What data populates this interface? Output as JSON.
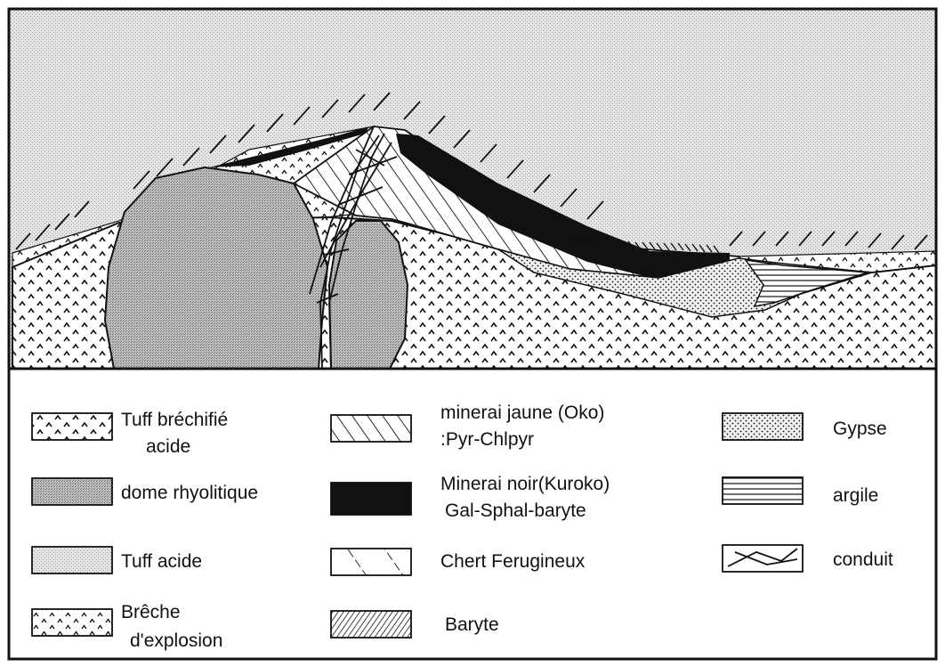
{
  "colors": {
    "ink": "#111111",
    "tuff_acide_fill": "#d9d9d9",
    "dome_fill": "#aaaaaa",
    "paper": "#ffffff"
  },
  "legend": {
    "tuff_breche": {
      "line1": "Tuff bréchifié",
      "line2": "acide",
      "pattern": "chevron-dots"
    },
    "dome": {
      "label": "dome rhyolitique",
      "pattern": "dense-stipple"
    },
    "tuff_acide": {
      "label": "Tuff  acide",
      "pattern": "light-stipple"
    },
    "breche_explosion": {
      "line1": "Brêche",
      "line2": "d'explosion",
      "pattern": "broken-chevrons"
    },
    "minerai_jaune": {
      "line1": "minerai jaune (Oko)",
      "line2": ":Pyr-Chlpyr",
      "pattern": "diagonal-hatch"
    },
    "minerai_noir": {
      "line1": "Minerai noir(Kuroko)",
      "line2": "Gal-Sphal-baryte",
      "pattern": "solid-black"
    },
    "chert": {
      "label": "Chert Ferugineux",
      "pattern": "sparse-diagonal-ticks"
    },
    "baryte": {
      "label": "Baryte",
      "pattern": "dense-back-hatch"
    },
    "gypse": {
      "label": "Gypse",
      "pattern": "dots"
    },
    "argile": {
      "label": "argile",
      "pattern": "horizontal-lines"
    },
    "conduit": {
      "label": "conduit",
      "pattern": "crossing-lines"
    }
  }
}
